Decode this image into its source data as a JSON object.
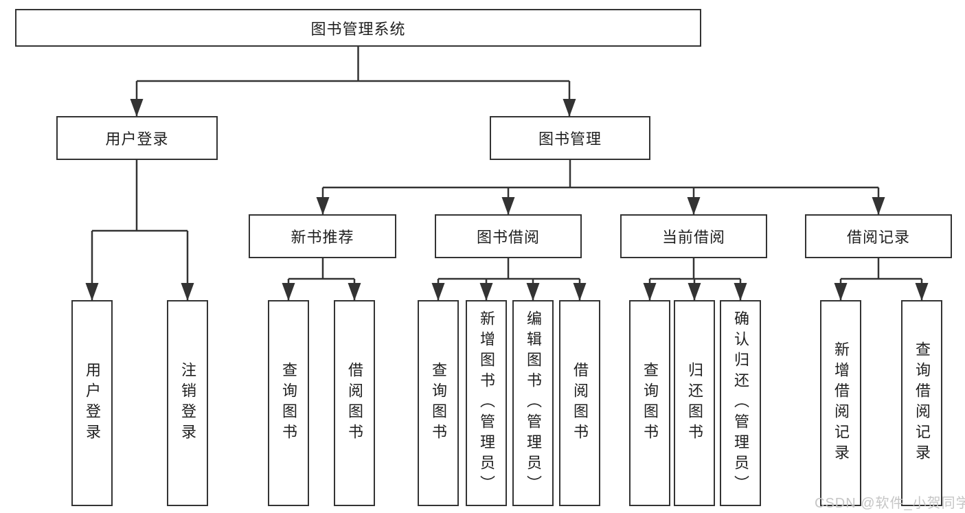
{
  "diagram": {
    "root": "图书管理系统",
    "level2": [
      "用户登录",
      "图书管理"
    ],
    "level3": [
      "新书推荐",
      "图书借阅",
      "当前借阅",
      "借阅记录"
    ],
    "leaves": {
      "user_login": [
        "用户登录",
        "注销登录"
      ],
      "new_book": [
        "查询图书",
        "借阅图书"
      ],
      "book_borrow": [
        "查询图书",
        "新增图书（管理员）",
        "编辑图书（管理员）",
        "借阅图书"
      ],
      "current_borrow": [
        "查询图书",
        "归还图书",
        "确认归还（管理员）"
      ],
      "borrow_records": [
        "新增借阅记录",
        "查询借阅记录"
      ]
    }
  },
  "watermark": "CSDN @软件_小贺同学",
  "colors": {
    "line": "#333333",
    "text": "#1f1f1f",
    "watermark": "#c6c6c6",
    "background": "#ffffff"
  }
}
